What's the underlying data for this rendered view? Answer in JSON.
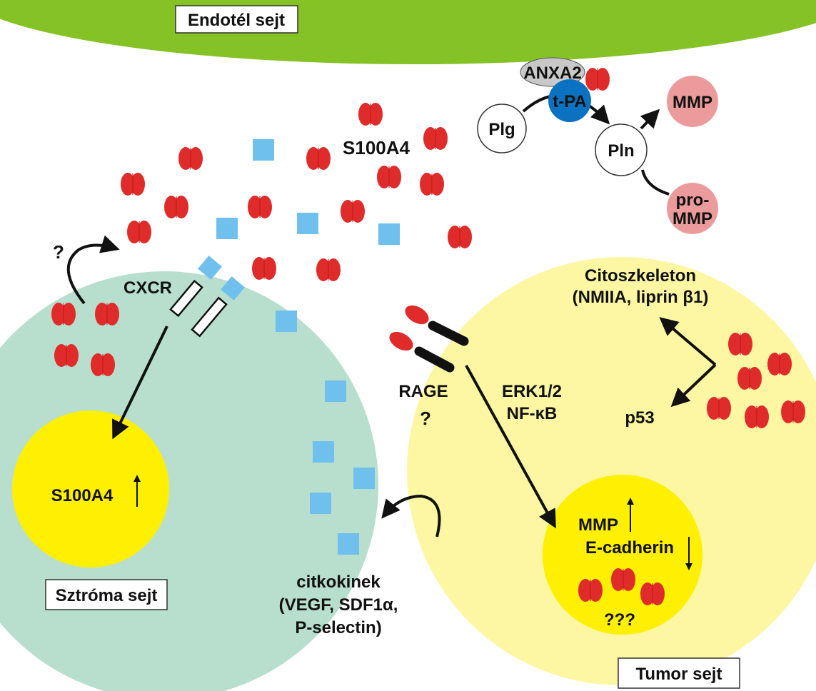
{
  "cells": {
    "endothelial": "Endotél sejt",
    "stroma": "Sztróma sejt",
    "tumor": "Tumor sejt"
  },
  "molecules": {
    "anxa2": "ANXA2",
    "tpa": "t-PA",
    "plg": "Plg",
    "pln": "Pln",
    "mmp": "MMP",
    "pro_mmp_1": "pro-",
    "pro_mmp_2": "MMP",
    "s100a4": "S100A4"
  },
  "labels": {
    "question_left": "?",
    "cxcr": "CXCR",
    "stroma_nucleus": "S100A4",
    "rage": "RAGE",
    "question_rage": "?",
    "erk": "ERK1/2",
    "nfkb": "NF-κB",
    "cytoskeleton_1": "Citoszkeleton",
    "cytoskeleton_2": "(NMIIA, liprin β1)",
    "p53": "p53",
    "tumor_mmp": "MMP",
    "tumor_ecad": "E-cadherin",
    "tumor_q": "???",
    "cytokines_1": "citkokinek",
    "cytokines_2": "(VEGF, SDF1α,",
    "cytokines_3": "P-selectin)"
  },
  "colors": {
    "endothelial": "#84c225",
    "stroma": "#b8dfcd",
    "tumor": "#fdf7a3",
    "nucleus": "#ffef00",
    "s100a4": "#e02b2b",
    "cytokine": "#6fc0ec",
    "tpa": "#0a72c0",
    "anxa2": "#c9c9c9",
    "mmp": "#eb9b9c"
  }
}
